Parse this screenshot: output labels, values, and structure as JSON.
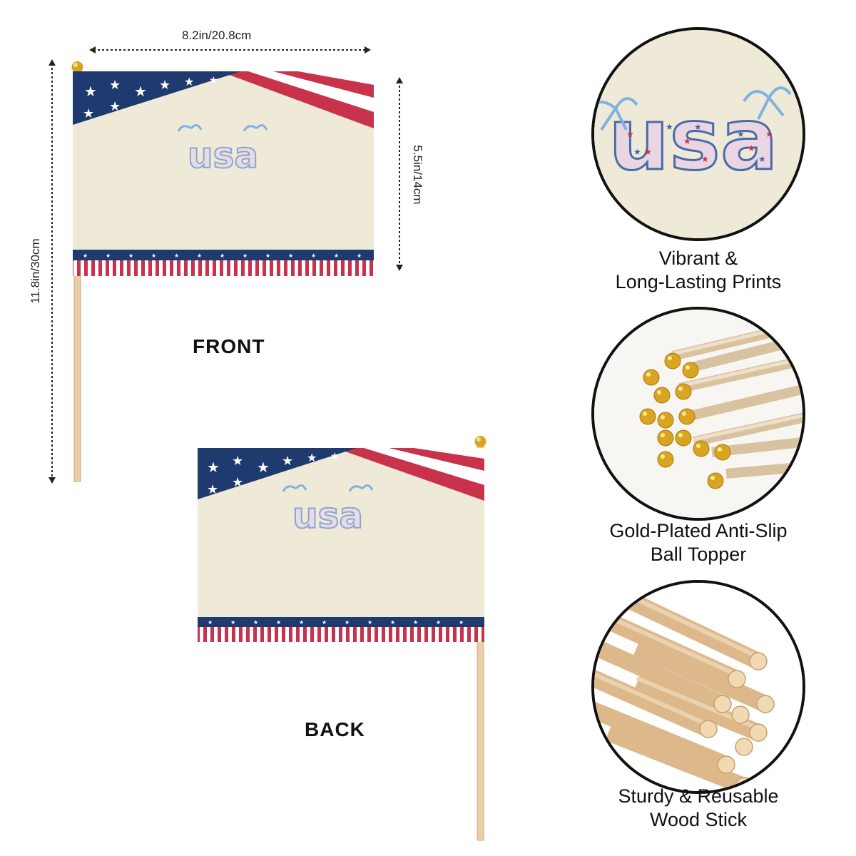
{
  "dimensions": {
    "width_label": "8.2in/20.8cm",
    "flag_height_label": "5.5in/14cm",
    "total_height_label": "11.8in/30cm"
  },
  "flags": {
    "front_label": "FRONT",
    "back_label": "BACK",
    "flag_text": "usa"
  },
  "features": [
    {
      "caption_line1": "Vibrant &",
      "caption_line2": "Long-Lasting Prints"
    },
    {
      "caption_line1": "Gold-Plated Anti-Slip",
      "caption_line2": "Ball Topper"
    },
    {
      "caption_line1": "Sturdy & Reusable",
      "caption_line2": "Wood Stick"
    }
  ],
  "colors": {
    "navy": "#1f3a6e",
    "red": "#c8324a",
    "cream": "#efead8",
    "wood": "#e8cfa6",
    "gold": "#d9a520",
    "ribbon": "#7fb2e0"
  }
}
